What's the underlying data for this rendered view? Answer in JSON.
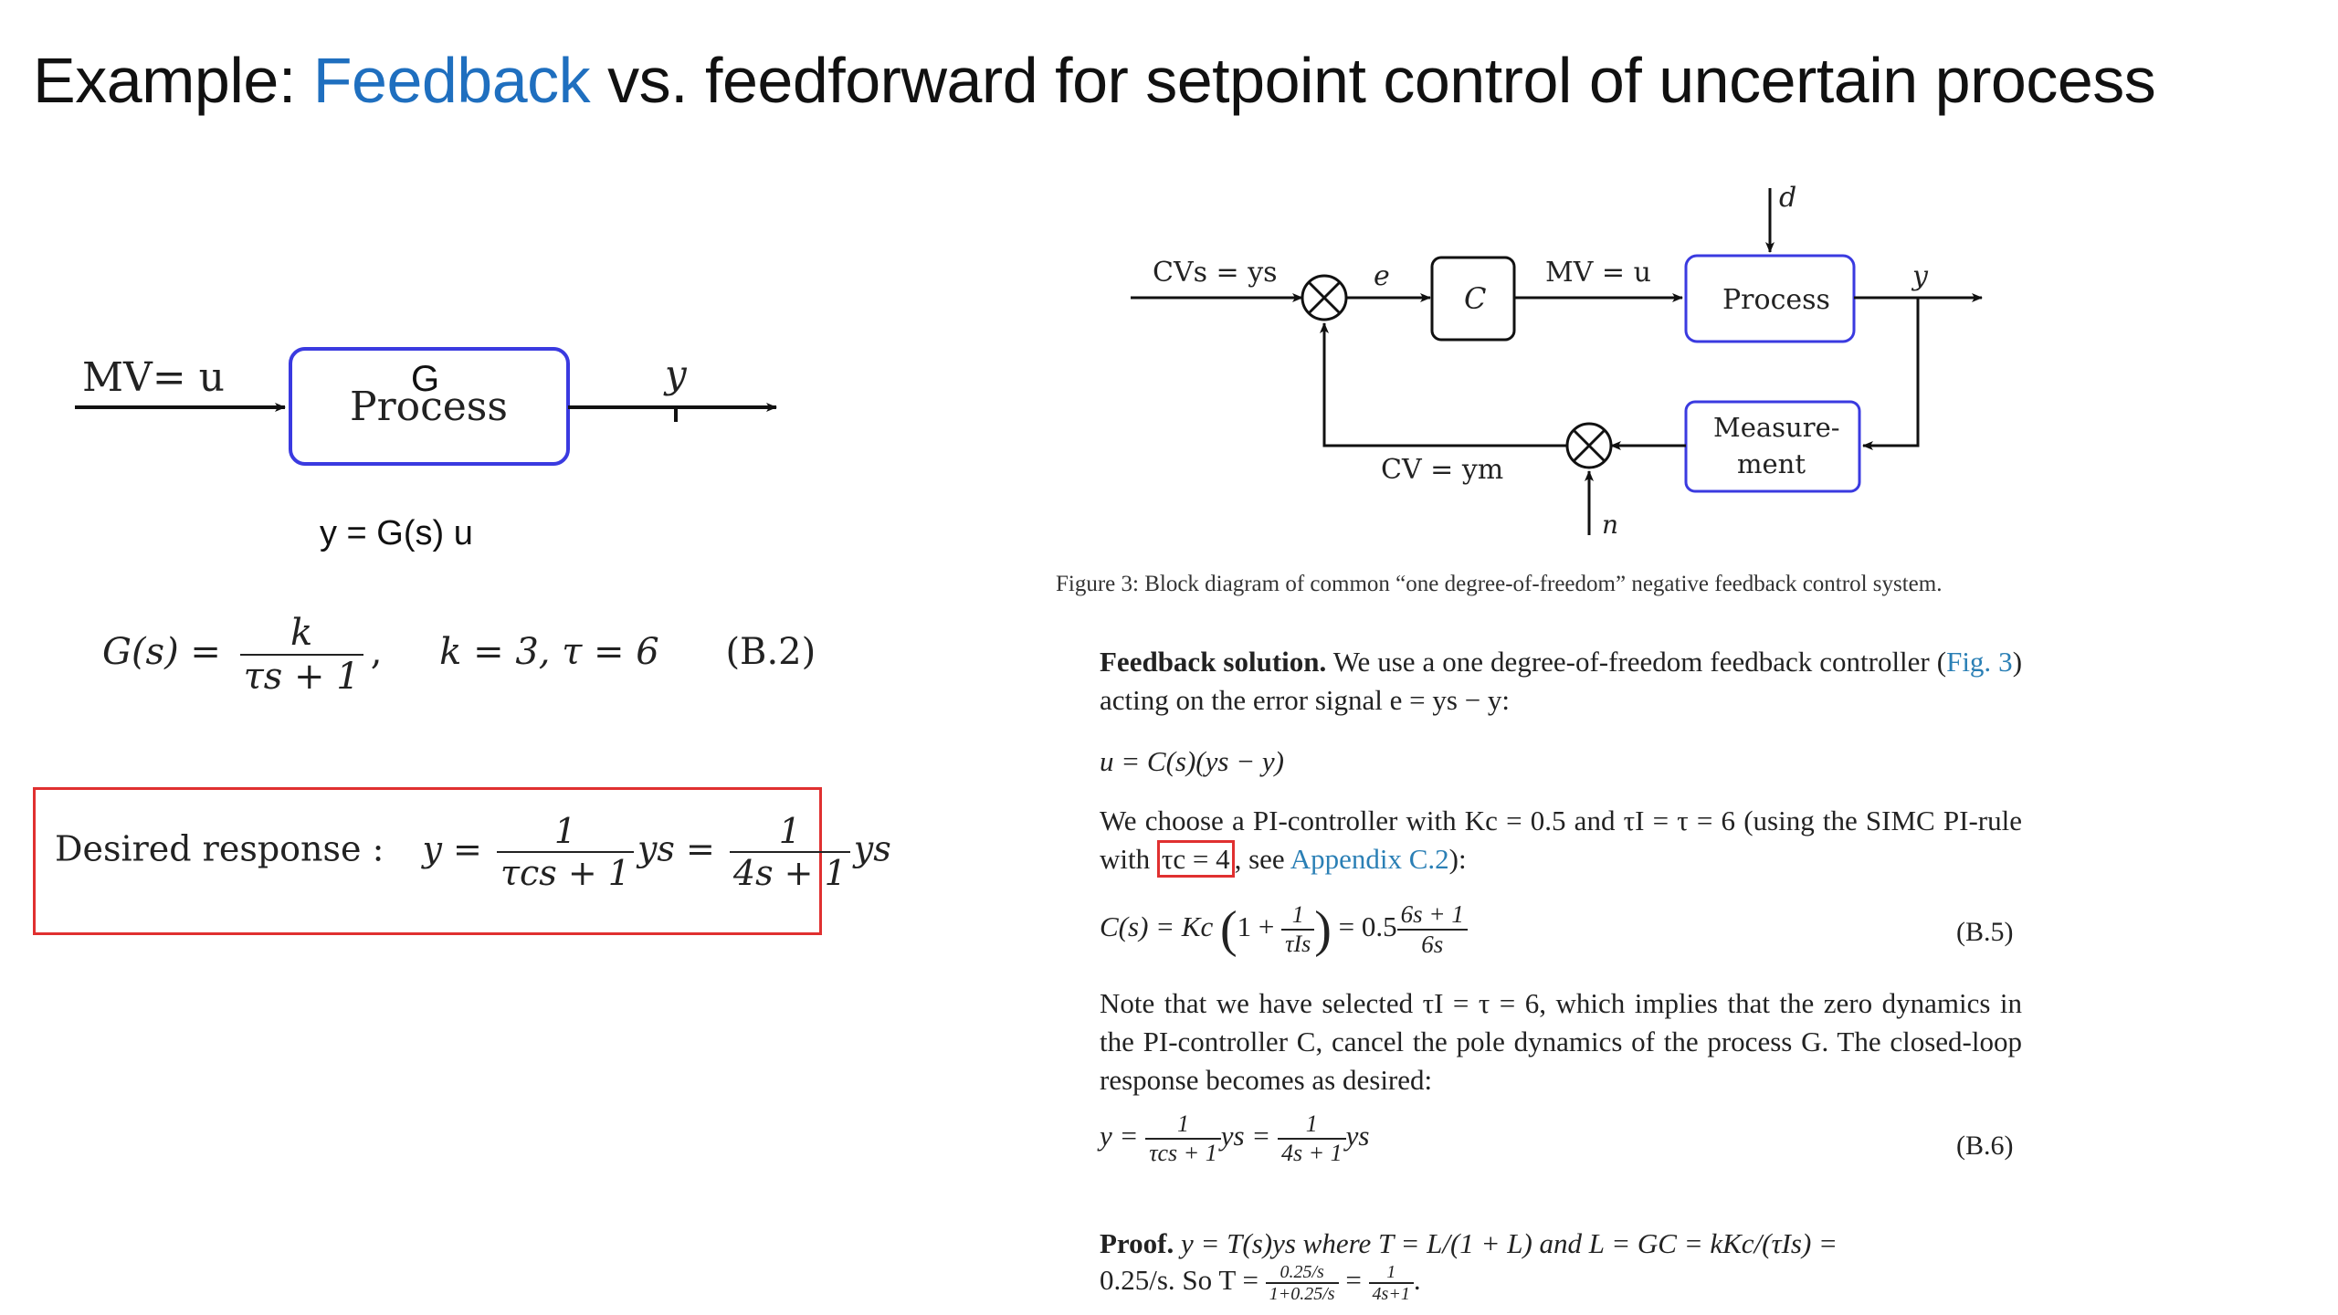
{
  "slide": {
    "title_prefix": "Example: ",
    "title_highlight": "Feedback",
    "title_rest": " vs. feedforward for setpoint control of uncertain process",
    "highlight_color": "#1f6fbf"
  },
  "left_diagram": {
    "input_label": "MV= u",
    "block_name": "G",
    "block_label": "Process",
    "output_label": "y",
    "relation": "y = G(s) u"
  },
  "eq_b2": {
    "lhs": "G(s) =",
    "num": "k",
    "den": "τs + 1",
    "params": "k = 3,  τ = 6",
    "number": "(B.2)"
  },
  "desired": {
    "label": "Desired response :",
    "y_eq": "y =",
    "num1": "1",
    "den1": "τcs + 1",
    "ys1": "ys =",
    "num2": "1",
    "den2": "4s + 1",
    "ys2": "ys"
  },
  "block_diagram": {
    "cv_label": "CVs = ys",
    "e_label": "e",
    "c_label": "C",
    "mv_label": "MV = u",
    "process_label": "Process",
    "y_label": "y",
    "d_label": "d",
    "meas_line1": "Measure-",
    "meas_line2": "ment",
    "cvm_label": "CV = ym",
    "n_label": "n",
    "caption": "Figure 3: Block diagram of common “one degree-of-freedom” negative feedback control system."
  },
  "feedback": {
    "heading": "Feedback solution.",
    "p1a": " We use a one degree-of-freedom feedback controller (",
    "fig_ref": "Fig. 3",
    "p1b": ") acting on the error signal e = ys − y:",
    "eq_u": "u = C(s)(ys − y)",
    "p2a": "We choose a PI-controller with Kc = 0.5 and τI = τ = 6 (using the SIMC PI-rule with ",
    "p2_boxed": "τc = 4",
    "p2b": ", see ",
    "appendix_ref": "Appendix C.2",
    "p2c": "):",
    "eq_b5_lhs": "C(s) = Kc",
    "eq_b5_inner_a": "1 +",
    "eq_b5_inner_num": "1",
    "eq_b5_inner_den": "τIs",
    "eq_b5_mid": "= 0.5",
    "eq_b5_num": "6s + 1",
    "eq_b5_den": "6s",
    "eq_b5_number": "(B.5)",
    "p3": "Note that we have selected τI = τ = 6, which implies that the zero dynamics in the PI-controller C, cancel the pole dynamics of the process G. The closed-loop response becomes as desired:",
    "eq_b6_lhs": "y =",
    "eq_b6_num1": "1",
    "eq_b6_den1": "τcs + 1",
    "eq_b6_mid": "ys =",
    "eq_b6_num2": "1",
    "eq_b6_den2": "4s + 1",
    "eq_b6_end": "ys",
    "eq_b6_number": "(B.6)",
    "proof_heading": "Proof.",
    "proof_line1": " y = T(s)ys where T = L/(1 + L) and L = GC = kKc/(τIs) =",
    "proof_line2a": "0.25/s. So T =",
    "proof_frac1_num": "0.25/s",
    "proof_frac1_den": "1+0.25/s",
    "proof_eq": "=",
    "proof_frac2_num": "1",
    "proof_frac2_den": "4s+1",
    "proof_end": "."
  }
}
